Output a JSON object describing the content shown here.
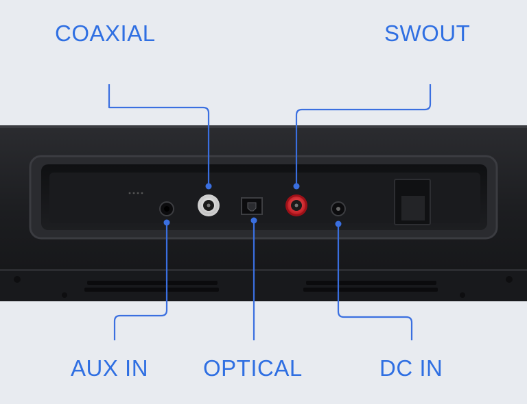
{
  "labels": {
    "coaxial": "COAXIAL",
    "swout": "SWOUT",
    "aux_in": "AUX IN",
    "optical": "OPTICAL",
    "dc_in": "DC IN"
  },
  "colors": {
    "background": "#e8ebf0",
    "label_blue": "#2f6fe2",
    "leader_line": "#3a6fe0",
    "device_body": "#1b1c1f",
    "coaxial_jack": "#e9e9e9",
    "swout_jack": "#d8242c"
  },
  "icons": {
    "aux_port": "3.5mm-jack-icon",
    "coaxial_port": "rca-jack-white-icon",
    "optical_port": "toslink-port-icon",
    "swout_port": "rca-jack-red-icon",
    "dc_port": "dc-barrel-jack-icon"
  }
}
